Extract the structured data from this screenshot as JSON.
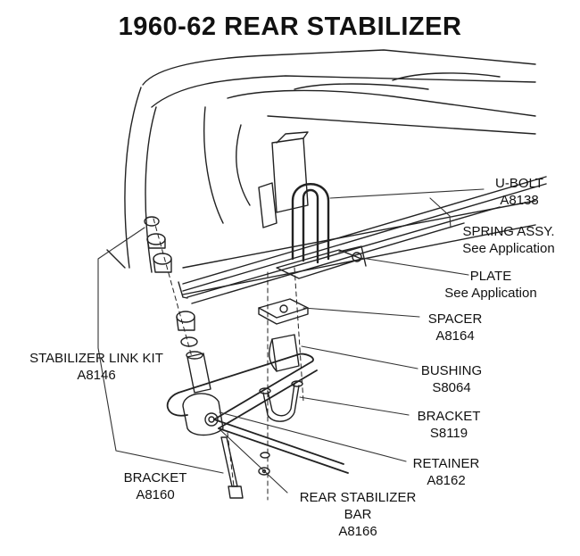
{
  "title": "1960-62 REAR STABILIZER",
  "callouts": {
    "ubolt": {
      "name": "U-BOLT",
      "part": "A8138"
    },
    "spring": {
      "name": "SPRING ASSY.",
      "part": "See Application"
    },
    "plate": {
      "name": "PLATE",
      "part": "See Application"
    },
    "spacer": {
      "name": "SPACER",
      "part": "A8164"
    },
    "bushing": {
      "name": "BUSHING",
      "part": "S8064"
    },
    "bracket1": {
      "name": "BRACKET",
      "part": "S8119"
    },
    "retainer": {
      "name": "RETAINER",
      "part": "A8162"
    },
    "linkkit": {
      "name": "STABILIZER LINK KIT",
      "part": "A8146"
    },
    "bracket2": {
      "name": "BRACKET",
      "part": "A8160"
    },
    "bar": {
      "name": "REAR STABILIZER",
      "name2": "BAR",
      "part": "A8166"
    }
  }
}
